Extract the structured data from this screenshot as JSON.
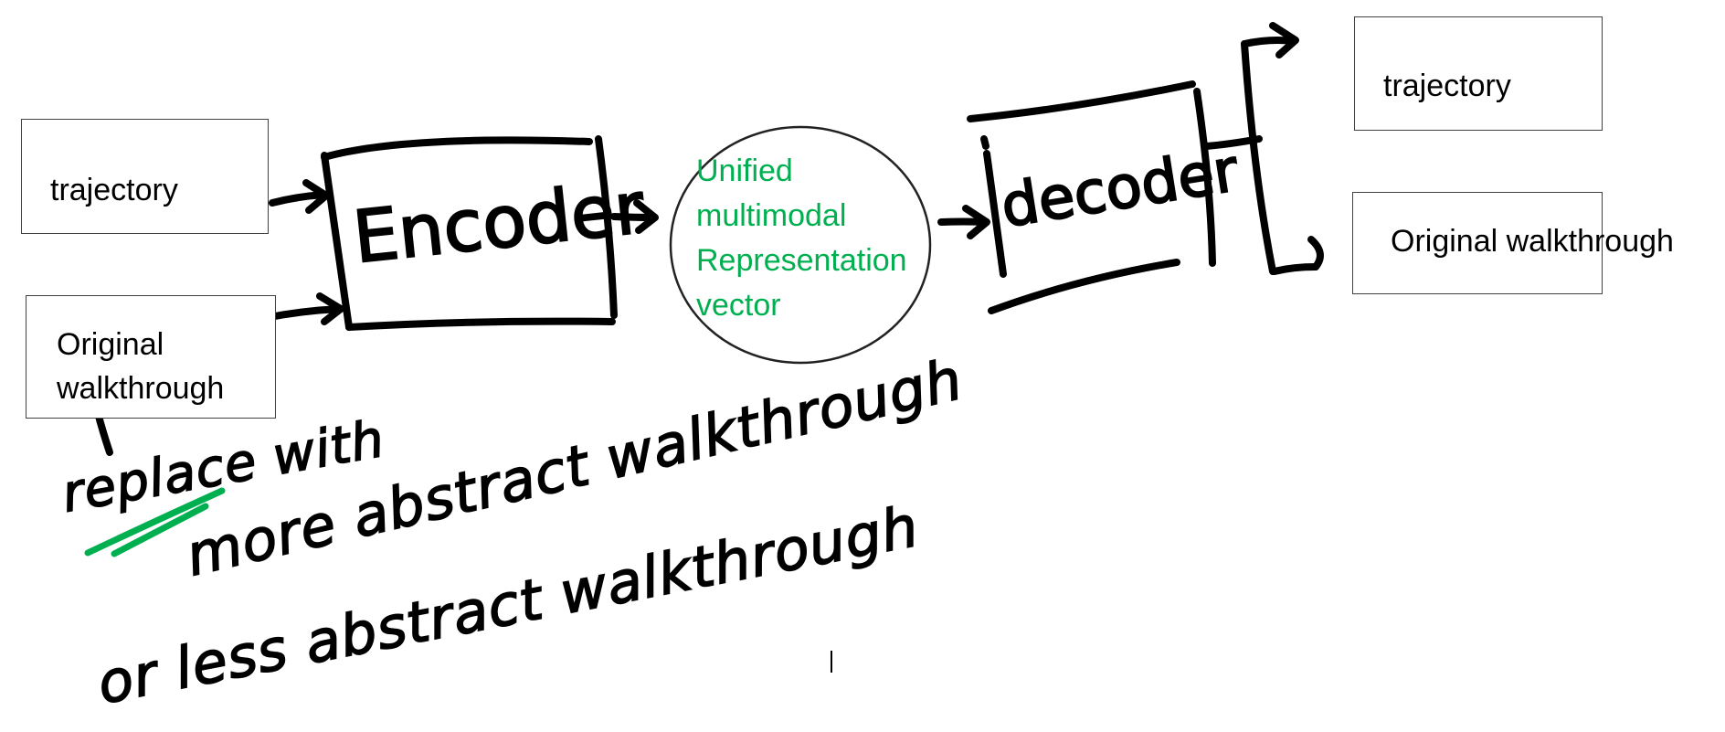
{
  "input_boxes": {
    "trajectory": "trajectory",
    "walkthrough_line1": "Original",
    "walkthrough_line2": "walkthrough"
  },
  "encoder_label": "Encoder",
  "representation": {
    "line1": "Unified",
    "line2": "multimodal",
    "line3": "Representation",
    "line4": "vector"
  },
  "decoder_label": "decoder",
  "output_boxes": {
    "trajectory": "trajectory",
    "walkthrough": "Original walkthrough"
  },
  "annotations": {
    "replace_with": "replace with",
    "more_abstract": "more abstract walkthrough",
    "less_abstract": "or less abstract walkthrough"
  },
  "colors": {
    "highlight_text": "#00b050",
    "ink": "#000000",
    "box_border": "#404040"
  }
}
